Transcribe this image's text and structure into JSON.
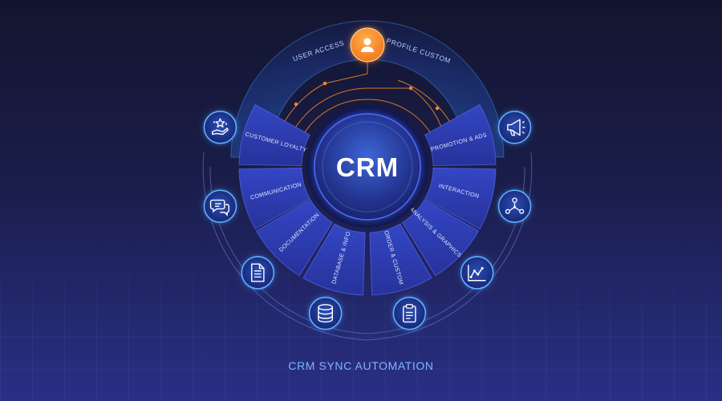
{
  "center": {
    "label": "CRM"
  },
  "top": {
    "left_label": "USER ACCESS",
    "right_label": "PROFILE CUSTOM",
    "icon": "user-avatar-icon"
  },
  "segments": [
    {
      "label": "CUSTOMER LOYALTY",
      "icon": "hand-stars-icon"
    },
    {
      "label": "COMMUNICATION",
      "icon": "chat-bubbles-icon"
    },
    {
      "label": "DOCUMENTATION",
      "icon": "document-icon"
    },
    {
      "label": "DATABASE & INFO",
      "icon": "database-icon"
    },
    {
      "label": "ORDER & CUSTOM",
      "icon": "clipboard-icon"
    },
    {
      "label": "ANALYSIS & GRAPHICS",
      "icon": "line-chart-icon"
    },
    {
      "label": "INTERACTION",
      "icon": "network-users-icon"
    },
    {
      "label": "PROMOTION & ADS",
      "icon": "megaphone-icon"
    }
  ],
  "footer": {
    "title": "CRM SYNC AUTOMATION"
  },
  "colors": {
    "background_top": "#13152f",
    "background_bottom": "#2a2f86",
    "segment": "#2b3aa8",
    "accent_orange": "#f58a2a",
    "label_blue": "#7fb6ff"
  }
}
